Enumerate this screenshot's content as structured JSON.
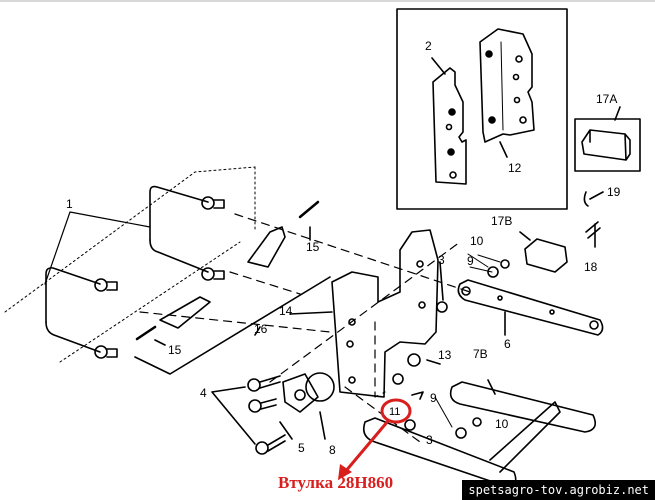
{
  "diagram": {
    "callouts": [
      "1",
      "2",
      "3",
      "3",
      "4",
      "5",
      "6",
      "7B",
      "8",
      "9",
      "9",
      "10",
      "10",
      "11",
      "12",
      "13",
      "14",
      "15",
      "15",
      "16",
      "17A",
      "17B",
      "18",
      "19"
    ],
    "labels": {
      "c1": "1",
      "c2": "2",
      "c3a": "3",
      "c3b": "3",
      "c4": "4",
      "c5": "5",
      "c6": "6",
      "c7b": "7B",
      "c8": "8",
      "c9a": "9",
      "c9b": "9",
      "c10a": "10",
      "c10b": "10",
      "c11": "11",
      "c12": "12",
      "c13": "13",
      "c14": "14",
      "c15a": "15",
      "c15b": "15",
      "c16": "16",
      "c17a": "17A",
      "c17b": "17B",
      "c18": "18",
      "c19": "19"
    },
    "highlighted_part": "11",
    "annotation": "Втулка 28H860",
    "annotation_color": "#d91e1e",
    "watermark": "spetsagro-tov.agrobiz.net"
  }
}
